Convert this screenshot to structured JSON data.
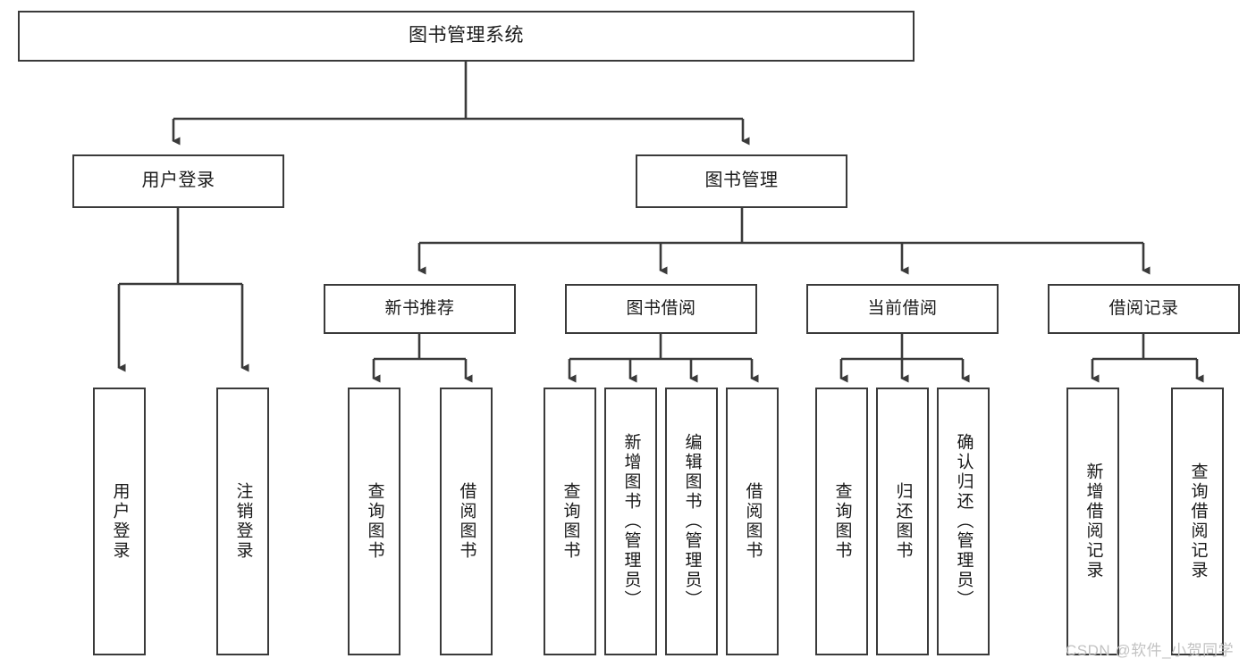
{
  "diagram": {
    "title": "图书管理系统",
    "type": "tree-hierarchy-functional-structure",
    "root": {
      "label": "图书管理系统"
    },
    "level2": [
      {
        "label": "用户登录"
      },
      {
        "label": "图书管理"
      }
    ],
    "level3": [
      {
        "label": "新书推荐"
      },
      {
        "label": "图书借阅"
      },
      {
        "label": "当前借阅"
      },
      {
        "label": "借阅记录"
      }
    ],
    "leaves": {
      "user_login": [
        {
          "label": "用户登录"
        },
        {
          "label": "注销登录"
        }
      ],
      "new_book_recommend": [
        {
          "label": "查询图书"
        },
        {
          "label": "借阅图书"
        }
      ],
      "book_borrow": [
        {
          "label": "查询图书"
        },
        {
          "label": "新增图书（管理员）"
        },
        {
          "label": "编辑图书（管理员）"
        },
        {
          "label": "借阅图书"
        }
      ],
      "current_borrow": [
        {
          "label": "查询图书"
        },
        {
          "label": "归还图书"
        },
        {
          "label": "确认归还（管理员）"
        }
      ],
      "borrow_record": [
        {
          "label": "新增借阅记录"
        },
        {
          "label": "查询借阅记录"
        }
      ]
    },
    "watermark": "CSDN @软件_小贺同学",
    "colors": {
      "border": "#3a3a3a",
      "text": "#1a1a1a",
      "background": "#ffffff",
      "connector": "#3a3a3a",
      "watermark": "#c2c2c2"
    }
  }
}
